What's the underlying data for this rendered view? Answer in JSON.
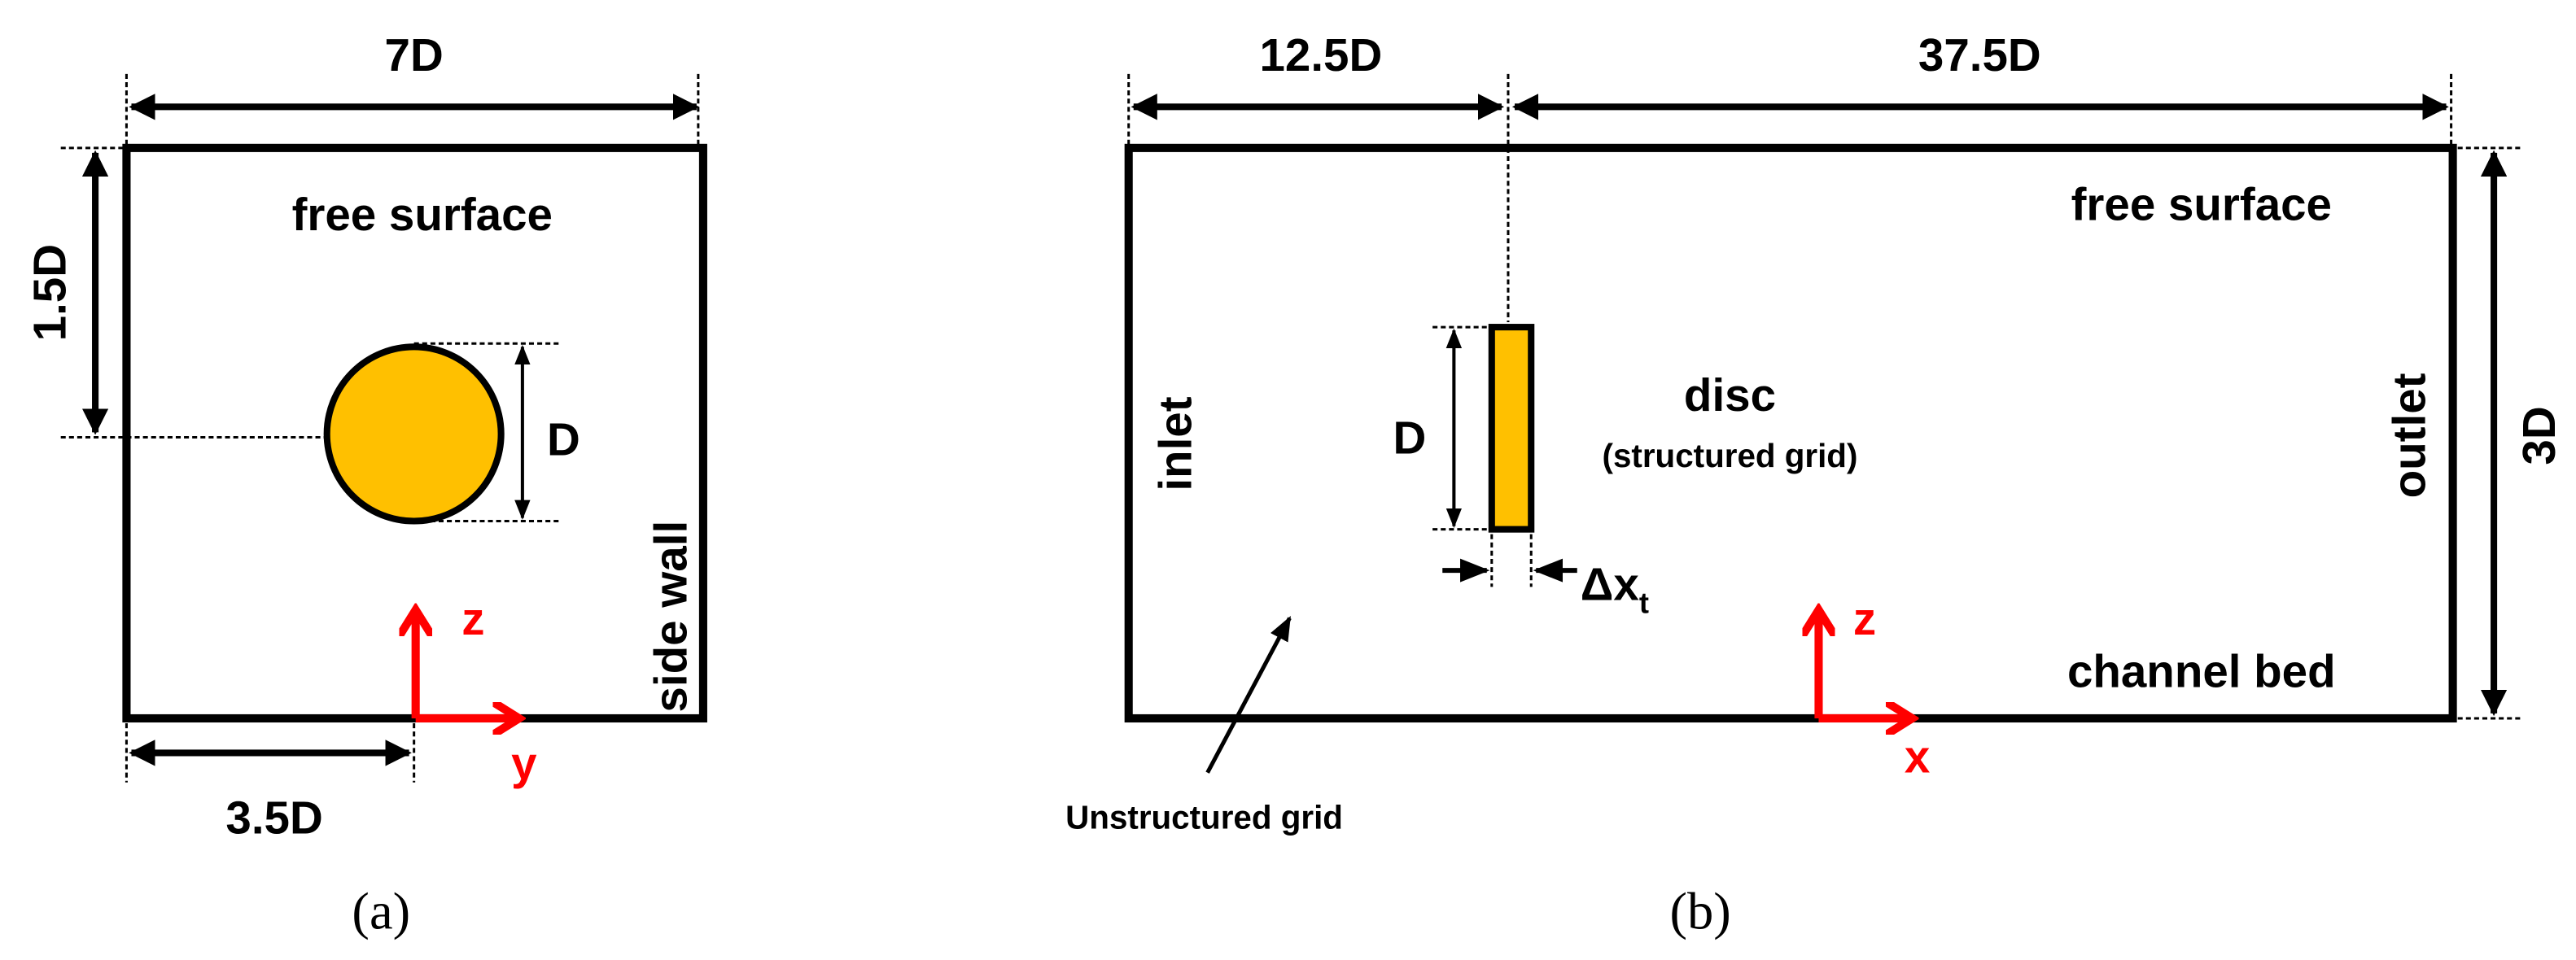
{
  "colors": {
    "disc_fill": "#FFC000",
    "axis": "#FF0000",
    "line": "#000000"
  },
  "panel_a": {
    "caption": "(a)",
    "width_label": "7D",
    "depth_label": "1.5D",
    "diameter_label": "D",
    "offset_label": "3.5D",
    "top_label": "free surface",
    "side_label": "side wall",
    "axis_z": "z",
    "axis_y": "y"
  },
  "panel_b": {
    "caption": "(b)",
    "upstream_label": "12.5D",
    "downstream_label": "37.5D",
    "height_label": "3D",
    "diameter_label": "D",
    "top_label": "free surface",
    "bottom_label": "channel bed",
    "inlet_label": "inlet",
    "outlet_label": "outlet",
    "disc_label": "disc",
    "disc_sublabel": "(structured grid)",
    "thickness_label": "Δx",
    "thickness_subscript": "t",
    "grid_label": "Unstructured grid",
    "axis_z": "z",
    "axis_x": "x"
  }
}
